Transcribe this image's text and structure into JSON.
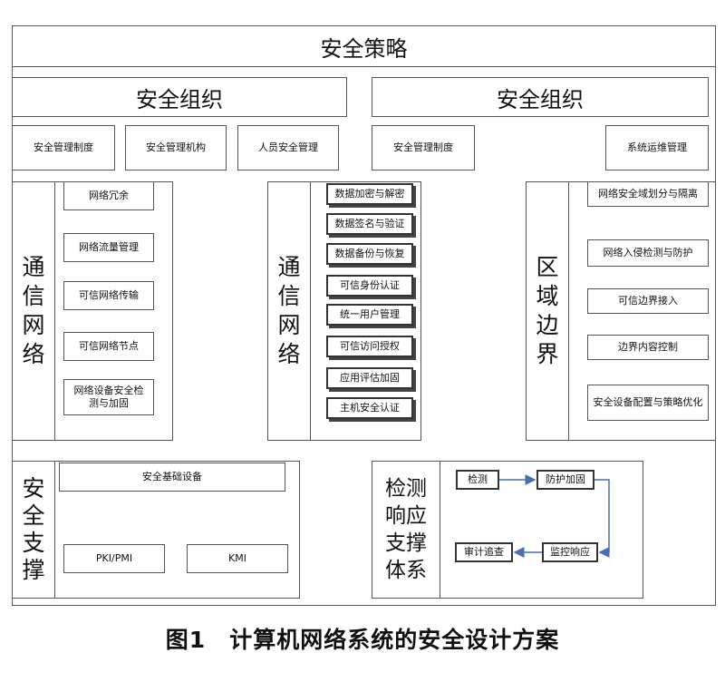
{
  "strategy": {
    "title": "安全策略"
  },
  "org_left": {
    "title": "安全组织",
    "items": [
      "安全管理制度",
      "安全管理机构",
      "人员安全管理"
    ]
  },
  "org_right": {
    "title": "安全组织",
    "items": [
      "安全管理制度",
      "系统运维管理"
    ]
  },
  "comm_network_1": {
    "label": "通信网络",
    "items": [
      "网络冗余",
      "网络流量管理",
      "可信网络传输",
      "可信网络节点",
      "网络设备安全检测与加固"
    ]
  },
  "comm_network_2": {
    "label": "通信网络",
    "items": [
      "数据加密与解密",
      "数据签名与验证",
      "数据备份与恢复",
      "可信身份认证",
      "统一用户管理",
      "可信访问授权",
      "应用评估加固",
      "主机安全认证"
    ]
  },
  "region_boundary": {
    "label": "区域边界",
    "items": [
      "网络安全域划分与隔离",
      "网络入侵检测与防护",
      "可信边界接入",
      "边界内容控制",
      "安全设备配置与策略优化"
    ]
  },
  "support": {
    "label": "安全支撑",
    "infrastructure": "安全基础设备",
    "pki": "PKI/PMI",
    "kmi": "KMI"
  },
  "detection": {
    "label": "检测响应支撑体系",
    "detect": "检测",
    "protect": "防护加固",
    "monitor": "监控响应",
    "audit": "审计追查"
  },
  "caption": "图1　计算机网络系统的安全设计方案"
}
